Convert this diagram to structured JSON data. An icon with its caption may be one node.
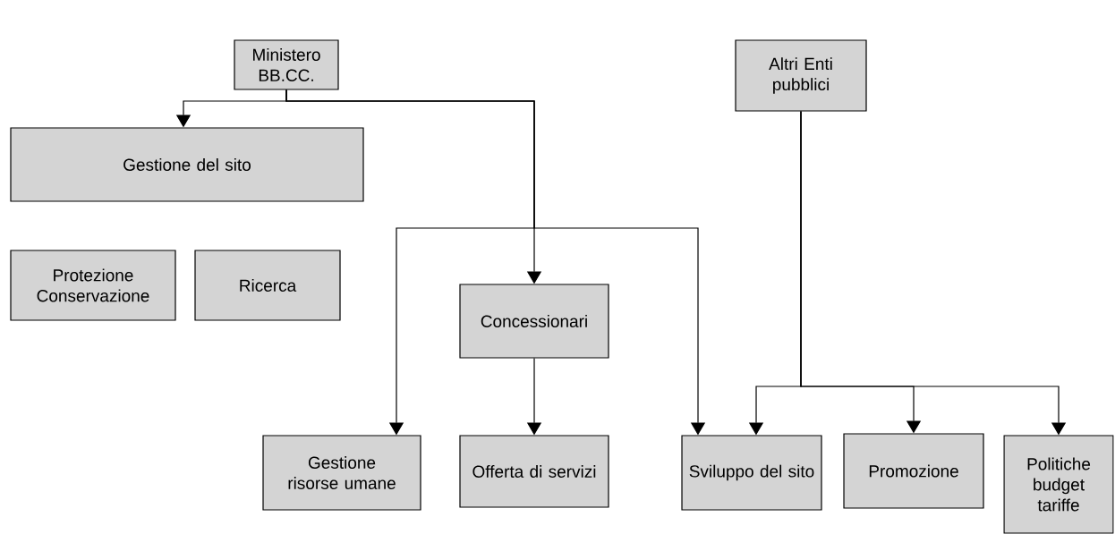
{
  "diagram": {
    "nodes": [
      {
        "text": [
          "Ministero BB.CC."
        ]
      },
      {
        "text": [
          "Altri Enti pubblici"
        ]
      },
      {
        "text": [
          "Gestione del sito"
        ]
      },
      {
        "text": [
          "Protezione Conservazione"
        ]
      },
      {
        "text": [
          "Ricerca"
        ]
      },
      {
        "text": [
          "Concessionari"
        ]
      },
      {
        "text": [
          "Gestione risorse umane"
        ]
      },
      {
        "text": [
          "Offerta di servizi"
        ]
      },
      {
        "text": [
          "Sviluppo del sito"
        ]
      },
      {
        "text": [
          "Promozione"
        ]
      },
      {
        "text": [
          "Politiche budget tariffe"
        ]
      }
    ],
    "edges": [
      {
        "from": 0,
        "to": 2,
        "arrow": "to"
      },
      {
        "from": 0,
        "to": 5,
        "arrow": "to"
      },
      {
        "from": 0,
        "to": 6,
        "arrow": "to"
      },
      {
        "from": 0,
        "to": 8,
        "arrow": "to"
      },
      {
        "from": 5,
        "to": 7,
        "arrow": "to"
      },
      {
        "from": 1,
        "to": 8,
        "arrow": "to"
      },
      {
        "from": 1,
        "to": 9,
        "arrow": "to"
      },
      {
        "from": 1,
        "to": 10,
        "arrow": "to"
      }
    ]
  }
}
